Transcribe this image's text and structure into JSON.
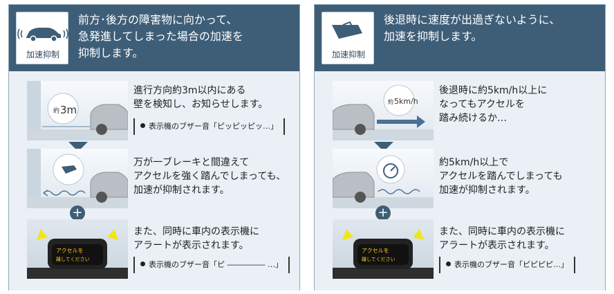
{
  "left": {
    "badge_label": "加速抑制",
    "header_line1": "前方･後方の障害物に向かって、",
    "header_line2": "急発進してしまった場合の加速を",
    "header_line3": "抑制します。",
    "step1": {
      "pic_label_prefix": "約",
      "pic_label_value": "3m",
      "line1": "進行方向約3m以内にある",
      "line2": "壁を検知し、お知らせします。",
      "buzzer": "表示機のブザー音「ピッピッピッ…」"
    },
    "step2": {
      "line1": "万が一ブレーキと間違えて",
      "line2": "アクセルを強く踏んでしまっても、",
      "line3": "加速が抑制されます。"
    },
    "step3": {
      "display_line1": "アクセルを",
      "display_line2": "離してください",
      "line1": "また、同時に車内の表示機に",
      "line2": "アラートが表示されます。",
      "buzzer": "表示機のブザー音「ピ ――――― …」"
    }
  },
  "right": {
    "badge_label": "加速抑制",
    "header_line1": "後退時に速度が出過ぎないように、",
    "header_line2": "加速を抑制します。",
    "step1": {
      "pic_label_prefix": "約",
      "pic_label_value": "5km/h",
      "line1": "後退時に約5km/h以上に",
      "line2": "なってもアクセルを",
      "line3": "踏み続けるか…"
    },
    "step2": {
      "line1": "約5km/h以上で",
      "line2": "アクセルを踏んでしまっても",
      "line3": "加速が抑制されます。"
    },
    "step3": {
      "display_line1": "アクセルを",
      "display_line2": "離してください",
      "line1": "また、同時に車内の表示機に",
      "line2": "アラートが表示されます。",
      "buzzer": "表示機のブザー音「ピピピピ…」"
    }
  },
  "colors": {
    "header": "#3e5e78",
    "body": "#eaf0f5",
    "accent_arrow": "#4a7196",
    "warning": "#f3e41a"
  }
}
